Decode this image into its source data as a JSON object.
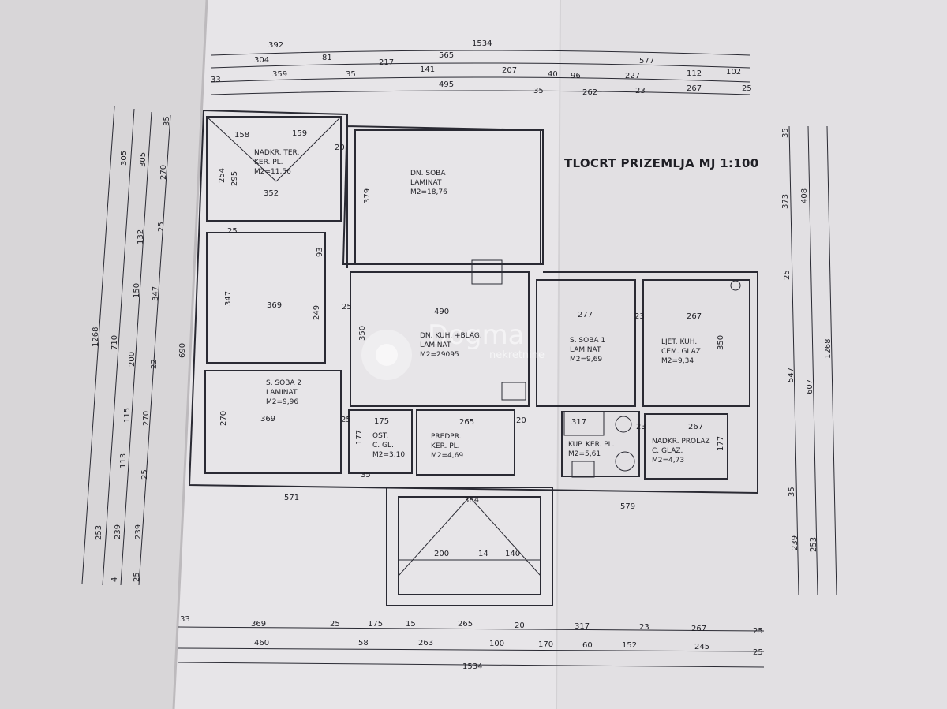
{
  "title": "TLOCRT PRIZEMLJA MJ 1:100",
  "watermark": {
    "brand": "Dogma",
    "sub": "nekretnine"
  },
  "rooms": [
    {
      "id": "terrace",
      "lines": [
        "NADKR. TER.",
        "KER. PL.",
        "M2=11,56"
      ]
    },
    {
      "id": "living",
      "lines": [
        "DN. SOBA",
        "LAMINAT",
        "M2=18,76"
      ]
    },
    {
      "id": "kitchen",
      "lines": [
        "DN. KUH. +BLAG.",
        "LAMINAT",
        "M2=29095"
      ]
    },
    {
      "id": "bedroom1",
      "lines": [
        "S. SOBA 1",
        "LAMINAT",
        "M2=9,69"
      ]
    },
    {
      "id": "summer-kitchen",
      "lines": [
        "LJET. KUH.",
        "CEM. GLAZ.",
        "M2=9,34"
      ]
    },
    {
      "id": "bedroom2",
      "lines": [
        "S. SOBA 2",
        "LAMINAT",
        "M2=9,96"
      ]
    },
    {
      "id": "storage",
      "lines": [
        "OST.",
        "C. GL.",
        "M2=3,10"
      ]
    },
    {
      "id": "hall",
      "lines": [
        "PREDPR.",
        "KER. PL.",
        "M2=4,69"
      ]
    },
    {
      "id": "bathroom",
      "lines": [
        "KUP. KER. PL.",
        "M2=5,61"
      ]
    },
    {
      "id": "passage",
      "lines": [
        "NADKR. PROLAZ",
        "C. GLAZ.",
        "M2=4,73"
      ]
    }
  ],
  "dims": {
    "top1": [
      "392",
      "1534"
    ],
    "top2": [
      "304",
      "81",
      "217",
      "565",
      "577"
    ],
    "top3": [
      "33",
      "359",
      "35",
      "141",
      "207",
      "40",
      "96",
      "227",
      "112",
      "102"
    ],
    "top4": [
      "495",
      "35",
      "262",
      "23",
      "267",
      "25"
    ],
    "bottom1": [
      "33",
      "369",
      "25",
      "175",
      "15",
      "265",
      "20",
      "317",
      "23",
      "267",
      "25"
    ],
    "bottom2": [
      "460",
      "58",
      "263",
      "100",
      "170",
      "60",
      "152",
      "245",
      "25"
    ],
    "bottom3": [
      "1534"
    ],
    "left": [
      "1268",
      "710",
      "253",
      "305",
      "305",
      "270",
      "132",
      "150",
      "347",
      "200",
      "115",
      "270",
      "113",
      "239",
      "239",
      "25",
      "25",
      "22",
      "35",
      "4",
      "25"
    ],
    "right": [
      "35",
      "373",
      "408",
      "547",
      "607",
      "1268",
      "25",
      "239",
      "253",
      "35"
    ],
    "interior": [
      "159",
      "158",
      "254",
      "295",
      "352",
      "20",
      "25",
      "93",
      "379",
      "347",
      "369",
      "249",
      "25",
      "490",
      "350",
      "277",
      "267",
      "23",
      "350",
      "369",
      "270",
      "175",
      "265",
      "177",
      "317",
      "267",
      "177",
      "23",
      "25",
      "571",
      "579",
      "384",
      "200",
      "14",
      "140",
      "690",
      "20",
      "35"
    ]
  }
}
